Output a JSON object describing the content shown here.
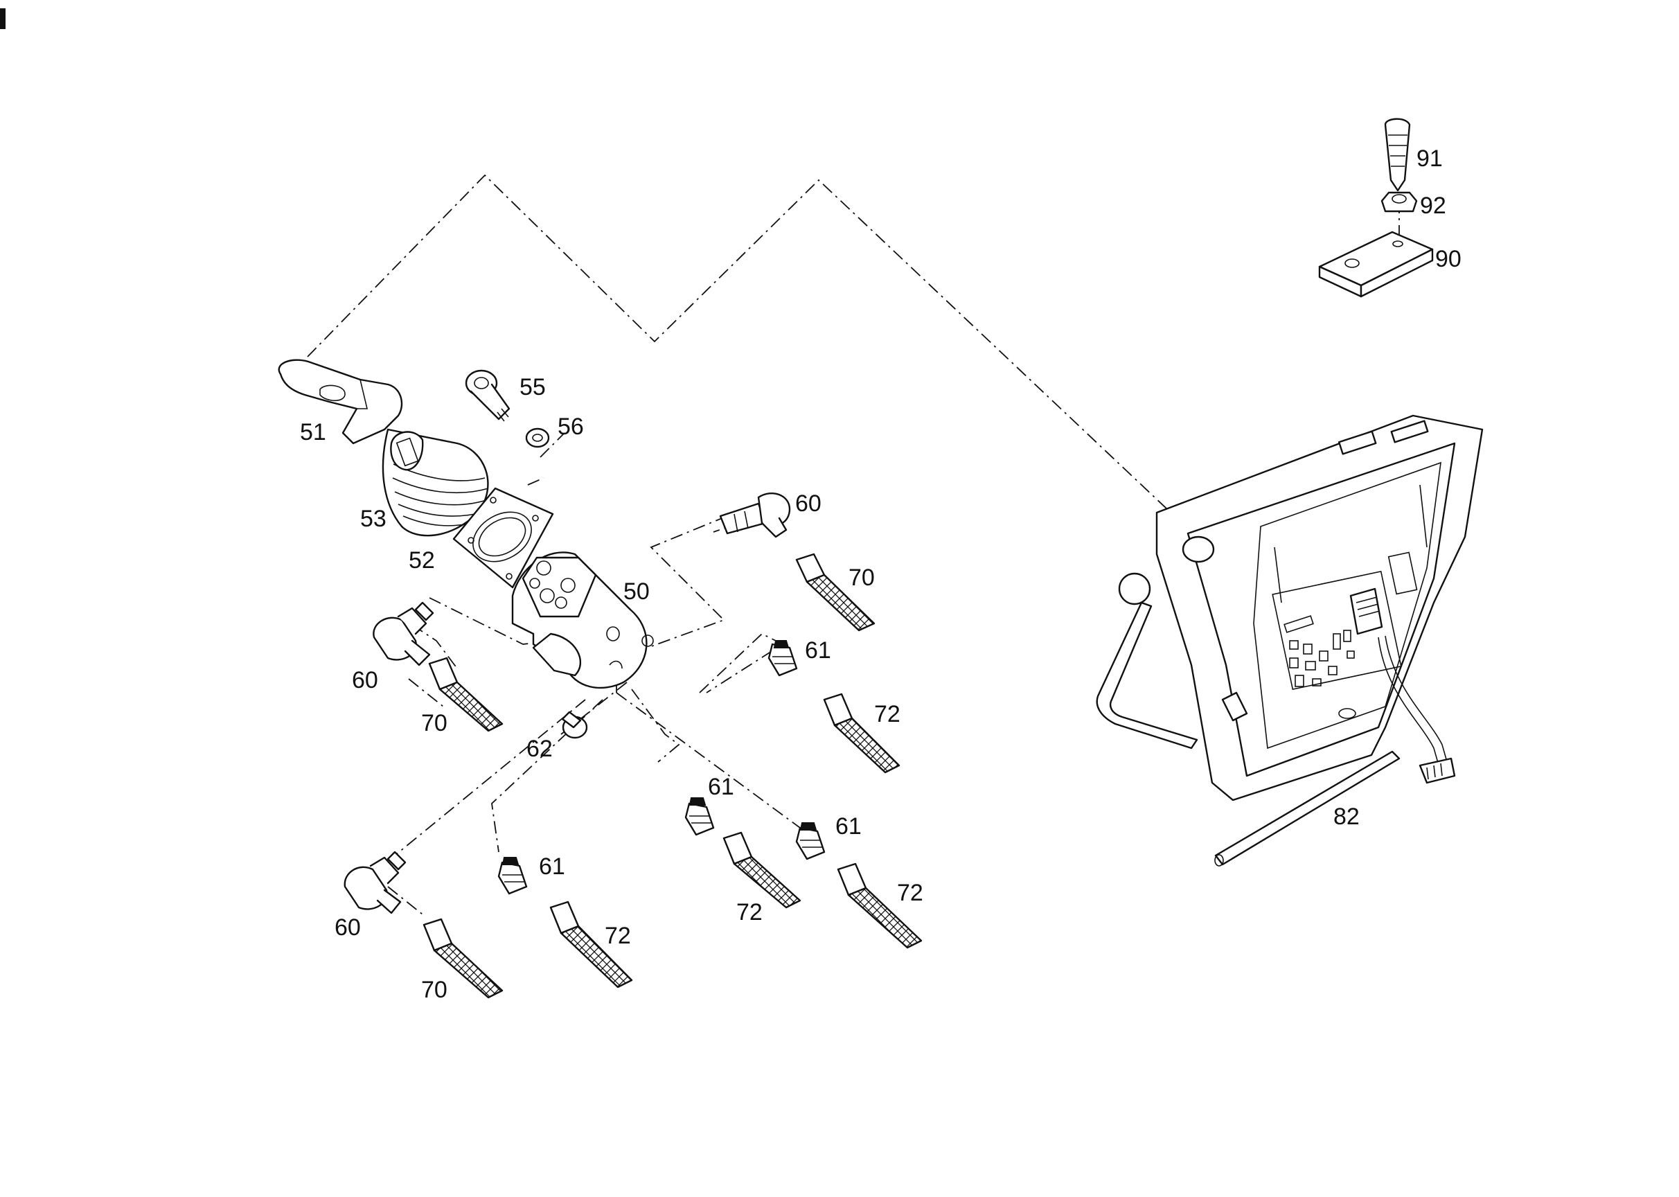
{
  "diagram": {
    "type": "exploded parts diagram",
    "callouts": {
      "c50": "50",
      "c51": "51",
      "c52": "52",
      "c53": "53",
      "c55": "55",
      "c56": "56",
      "c60a": "60",
      "c60b": "60",
      "c60c": "60",
      "c61a": "61",
      "c61b": "61",
      "c61c": "61",
      "c61d": "61",
      "c62": "62",
      "c70a": "70",
      "c70b": "70",
      "c70c": "70",
      "c72a": "72",
      "c72b": "72",
      "c72c": "72",
      "c72d": "72",
      "c82": "82",
      "c90": "90",
      "c91": "91",
      "c92": "92"
    }
  }
}
